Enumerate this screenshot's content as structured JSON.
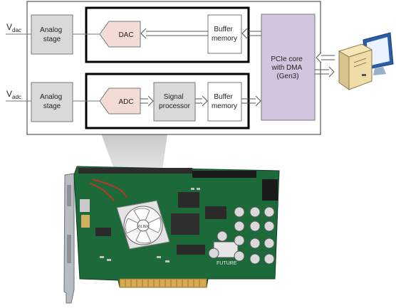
{
  "inputs": {
    "dac": {
      "v": "V",
      "sub": "dac"
    },
    "adc": {
      "v": "V",
      "sub": "adc"
    }
  },
  "blocks": {
    "analog_stage_top": [
      "Analog",
      "stage"
    ],
    "analog_stage_bottom": [
      "Analog",
      "stage"
    ],
    "dac": "DAC",
    "adc": "ADC",
    "signal_processor": [
      "Signal",
      "processor"
    ],
    "buffer_top": [
      "Buffer",
      "memory"
    ],
    "buffer_bottom": [
      "Buffer",
      "memory"
    ],
    "pcie_core": [
      "PCIe core",
      "with DMA",
      "(Gen3)"
    ]
  },
  "board": {
    "brand": "FUTURE",
    "fan_label": "XILINX"
  },
  "colors": {
    "analog_fill": "#d9d9d9",
    "dac_adc_fill": "#f3dcd3",
    "signal_fill": "#d9d9d9",
    "pcie_fill": "#d3c4df",
    "pcb_green": "#1c6a3a",
    "gold_finger": "#d4aa52"
  }
}
